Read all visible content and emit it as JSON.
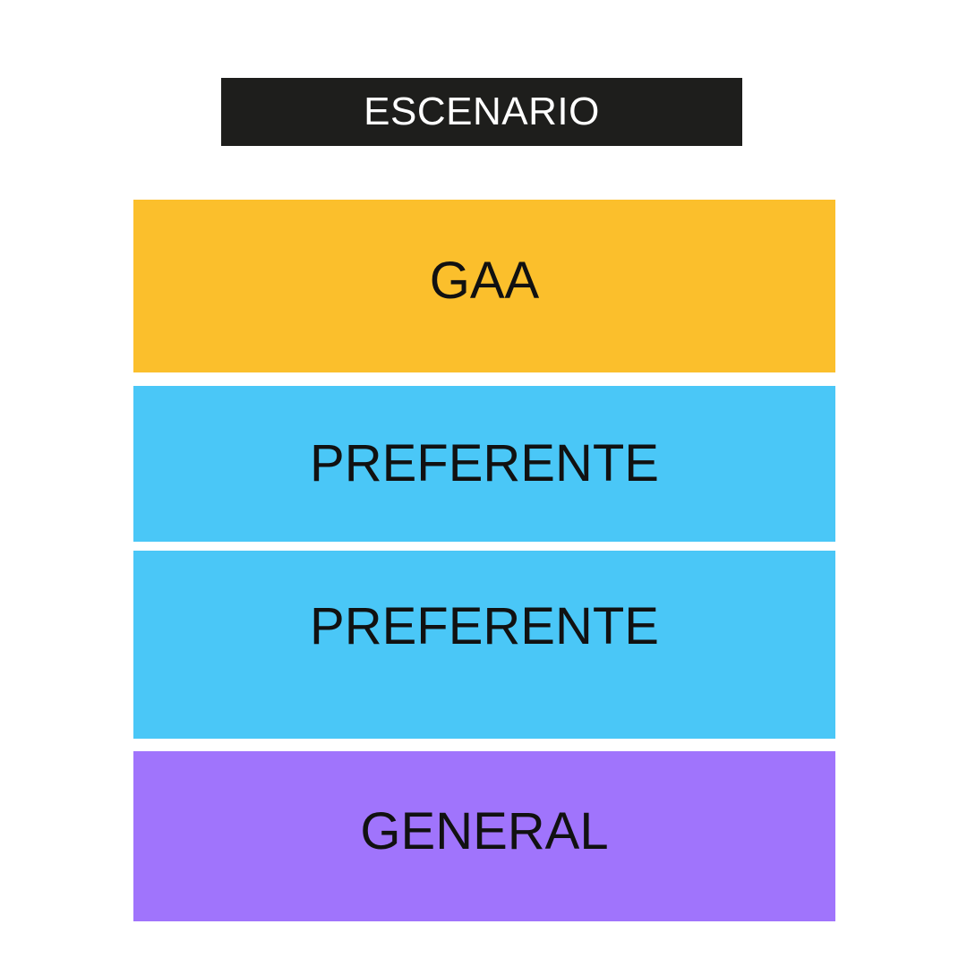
{
  "stage": {
    "label": "ESCENARIO",
    "color": "#1e1e1c"
  },
  "zones": [
    {
      "label": "GAA",
      "color": "#fbbf2c"
    },
    {
      "label": "PREFERENTE",
      "color": "#4ac7f7"
    },
    {
      "label": "PREFERENTE",
      "color": "#4ac7f7"
    },
    {
      "label": "GENERAL",
      "color": "#a074fc"
    }
  ]
}
